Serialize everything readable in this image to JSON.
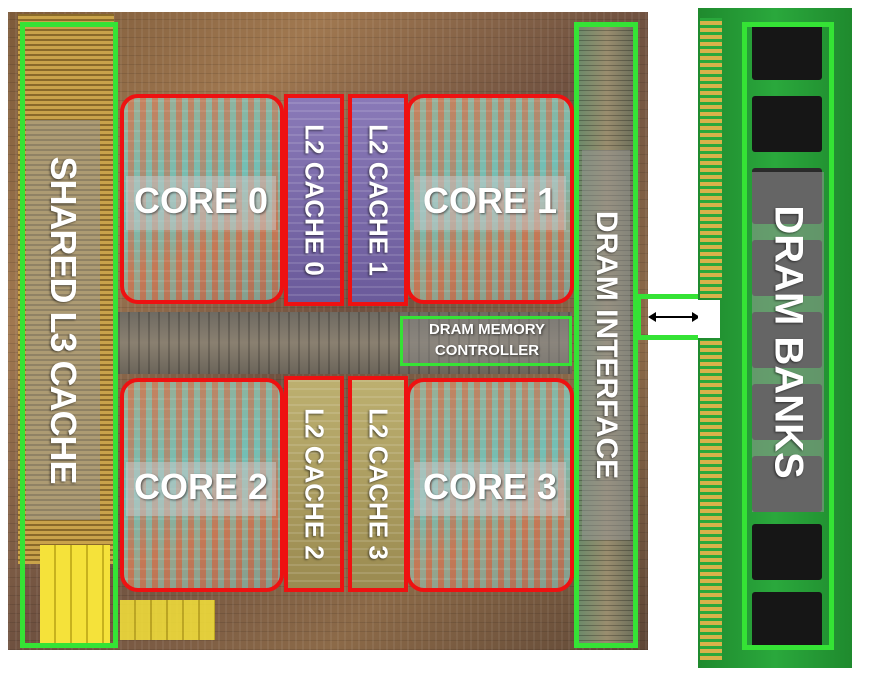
{
  "labels": {
    "shared_l3": "SHARED L3 CACHE",
    "core0": "CORE 0",
    "core1": "CORE 1",
    "core2": "CORE 2",
    "core3": "CORE 3",
    "l2_0": "L2 CACHE 0",
    "l2_1": "L2 CACHE 1",
    "l2_2": "L2 CACHE 2",
    "l2_3": "L2 CACHE 3",
    "mem_ctrl_line1": "DRAM MEMORY",
    "mem_ctrl_line2": "CONTROLLER",
    "dram_interface": "DRAM INTERFACE",
    "dram_banks": "DRAM BANKS"
  },
  "colors": {
    "outline_core": "#ee1111",
    "outline_component": "#35e335",
    "label_text": "#ffffff"
  },
  "connector_icon": "double-headed-arrow-icon"
}
